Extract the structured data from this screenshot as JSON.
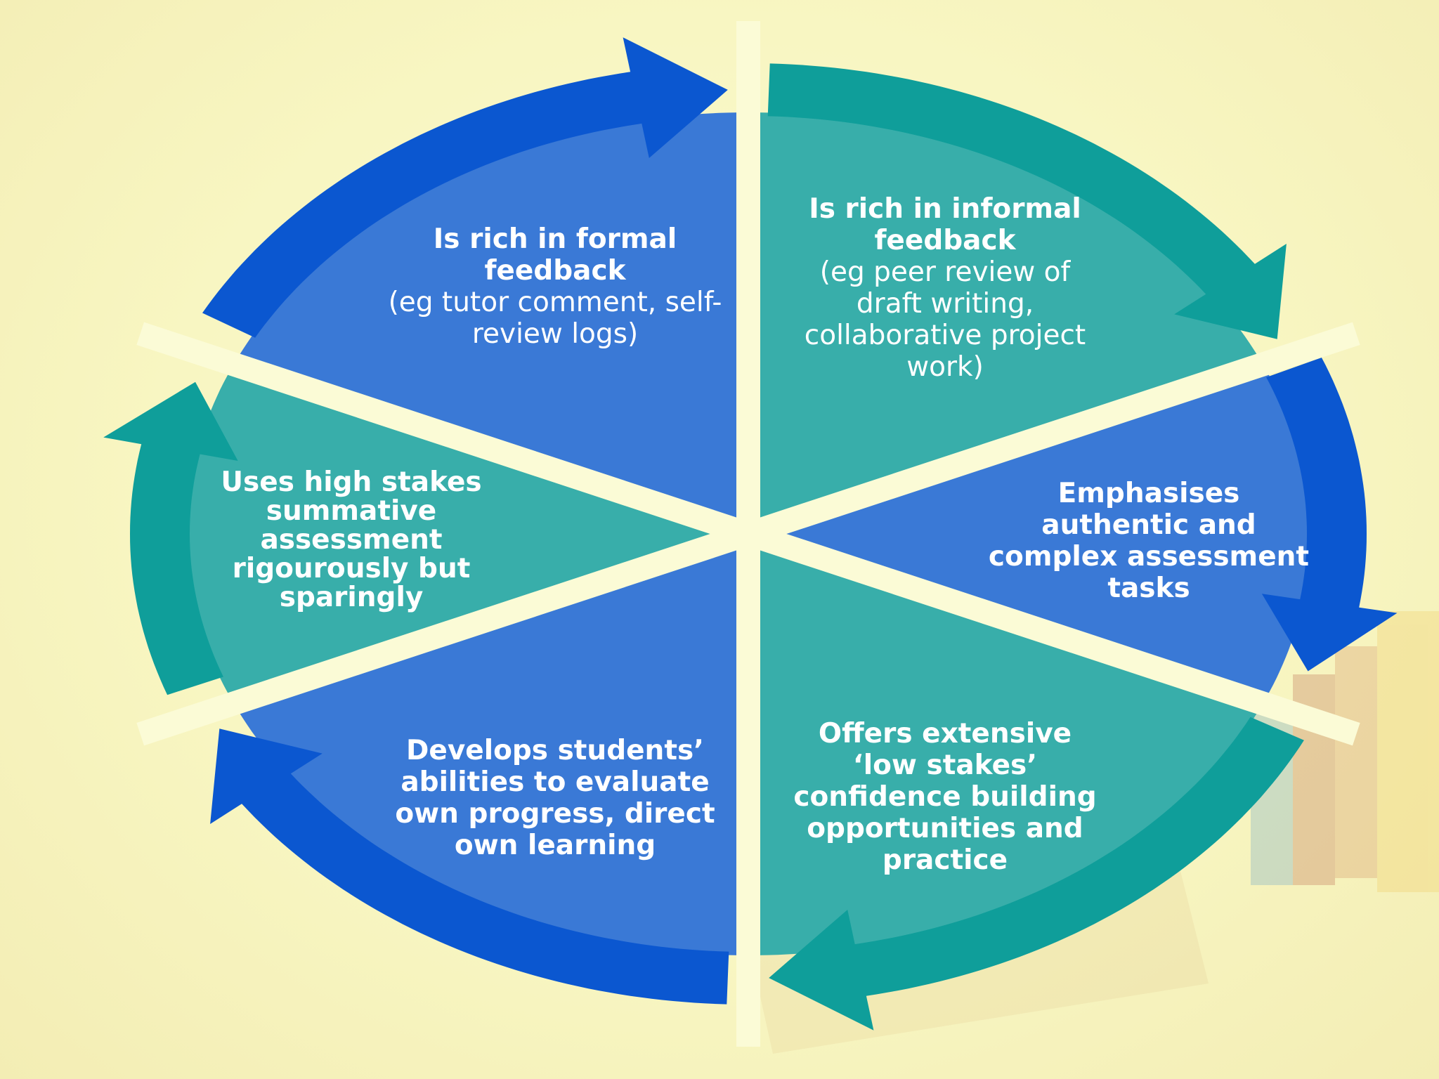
{
  "colors": {
    "background": "#f8f6c2",
    "blue_segment": "#3a79d6",
    "blue_arrow": "#0b57d0",
    "teal_segment": "#38aeaa",
    "teal_arrow": "#0f9e9a",
    "text": "#ffffff"
  },
  "segments": {
    "top_left": {
      "title": "Is rich in formal feedback",
      "detail": "(eg tutor comment, self-review logs)"
    },
    "top_right": {
      "title": "Is rich in informal feedback",
      "detail": "(eg peer review of draft writing, collaborative project work)"
    },
    "right": {
      "title": "Emphasises authentic and complex assessment tasks"
    },
    "bottom_right": {
      "title": "Offers extensive ‘low stakes’ confidence building opportunities and practice"
    },
    "bottom_left": {
      "title": "Develops students’ abilities to evaluate own progress, direct own learning"
    },
    "left": {
      "title": "Uses high stakes summative assessment rigourously but sparingly"
    }
  }
}
